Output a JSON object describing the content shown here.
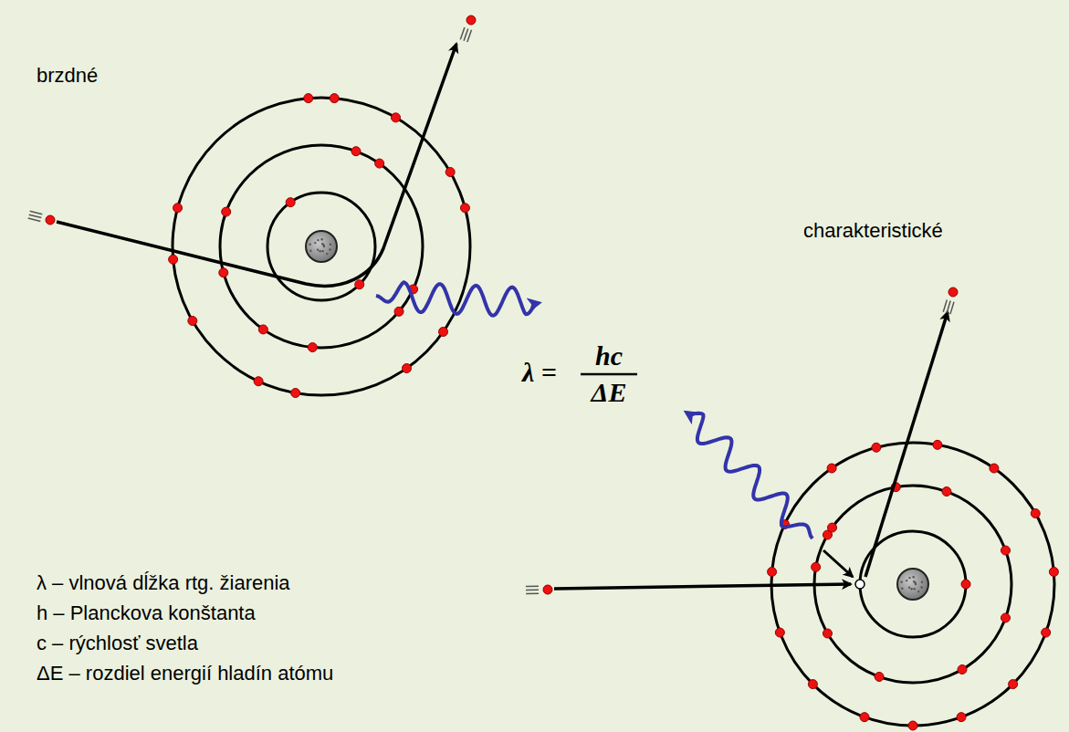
{
  "diagram": {
    "labels": [
      "brzdné",
      "charakteristické",
      "λ =",
      "hc",
      "ΔE",
      "λ – vlnová dĺžka rtg. žiarenia",
      "h – Planckova konštanta",
      "c – rýchlosť svetla",
      "ΔE – rozdiel energií hladín atómu"
    ]
  }
}
